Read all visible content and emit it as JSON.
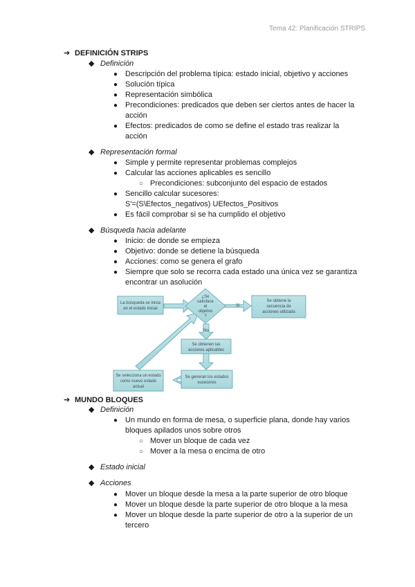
{
  "header": "Tema 42: Planificación STRIPS",
  "section1": {
    "title": "DEFINICIÓN STRIPS",
    "definicion": {
      "title": "Definición",
      "items": [
        "Descripción del problema típica: estado inicial, objetivo y acciones",
        "Solución típica",
        "Representación simbólica",
        "Precondiciones: predicados que deben ser ciertos antes de hacer la",
        "acción",
        "Efectos: predicados de como se define el estado tras realizar la",
        "acción"
      ]
    },
    "representacion": {
      "title": "Representación formal",
      "items": [
        "Simple y permite representar problemas complejos",
        "Calcular las acciones aplicables es sencillo",
        "Precondiciones: subconjunto del espacio de estados",
        "Sencillo calcular sucesores:",
        "S'=(S\\Efectos_negativos) UEfectos_Positivos",
        "Es fácil comprobar si se ha cumplido el objetivo"
      ]
    },
    "busqueda": {
      "title": "Búsqueda hacia adelante",
      "items": [
        "Inicio: de donde se empieza",
        "Objetivo: donde se detiene la búsqueda",
        "Acciones: como se genera el grafo",
        "Siempre que solo se recorra cada estado una única vez se garantiza",
        "encontrar un asolución"
      ]
    }
  },
  "diagram": {
    "start": [
      "La búsqueda se inicia",
      "en el estado inicial"
    ],
    "decision": [
      "¿Se",
      "satisface",
      "el",
      "objetivo",
      "?"
    ],
    "yes": "Sí",
    "no": "No",
    "result": [
      "Se obtiene la",
      "secuencia de",
      "acciones utilizada"
    ],
    "actions": [
      "Se obtienen las",
      "acciones aplicables"
    ],
    "successors": [
      "Se generan los estados",
      "sucesores"
    ],
    "select": [
      "Se selecciona un estado",
      "como nuevo estado",
      "actual"
    ]
  },
  "section2": {
    "title": "MUNDO BLOQUES",
    "definicion": {
      "title": "Definición",
      "items": [
        "Un mundo en forma de mesa, o superficie plana, donde hay varios",
        "bloques apilados unos sobre otros",
        "Mover un bloque de cada vez",
        "Mover a la mesa o encima de otro"
      ]
    },
    "estado_inicial": {
      "title": "Estado inicial"
    },
    "acciones": {
      "title": "Acciones",
      "items": [
        "Mover un bloque desde la mesa a la parte superior de otro bloque",
        "Mover un bloque desde la parte superior de otro bloque a la mesa",
        "Mover un bloque desde la parte superior de otro a la superior de un",
        "tercero"
      ]
    }
  }
}
